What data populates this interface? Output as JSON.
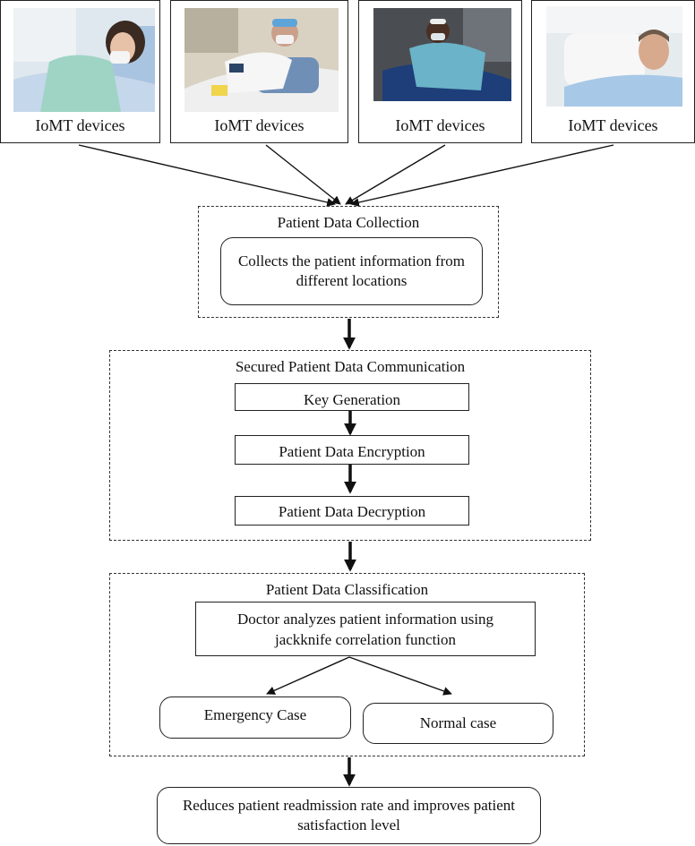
{
  "devices": [
    {
      "label": "IoMT devices"
    },
    {
      "label": "IoMT devices"
    },
    {
      "label": "IoMT devices"
    },
    {
      "label": "IoMT devices"
    }
  ],
  "collection": {
    "title": "Patient Data Collection",
    "box_text": "Collects the patient information from different locations"
  },
  "communication": {
    "title": "Secured Patient Data Communication",
    "steps": [
      "Key Generation",
      "Patient Data Encryption",
      "Patient Data Decryption"
    ]
  },
  "classification": {
    "title": "Patient Data Classification",
    "analysis_text": "Doctor analyzes patient information using jackknife correlation function",
    "outcomes": [
      "Emergency Case",
      "Normal case"
    ]
  },
  "result": {
    "text": "Reduces patient readmission rate and improves patient satisfaction level"
  }
}
